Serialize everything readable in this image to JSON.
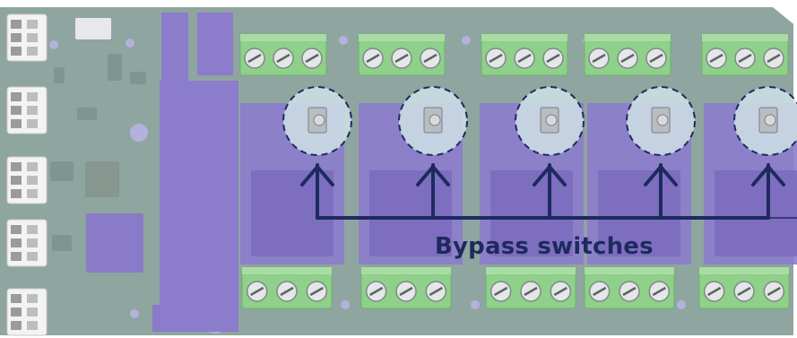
{
  "annotation": {
    "caption": "Bypass switches",
    "caption_color": "#1e2a5e",
    "arrow_color": "#1e2a5e"
  },
  "board": {
    "pcb_color": "#8fa59f",
    "relay_color": "#8c7ccc",
    "terminal_color": "#8fd08a",
    "switch_highlight_color": "#cfe0e6",
    "switch_count": 5,
    "top_terminal_blocks": 5,
    "bottom_terminal_blocks": 5,
    "left_connectors": 5
  }
}
